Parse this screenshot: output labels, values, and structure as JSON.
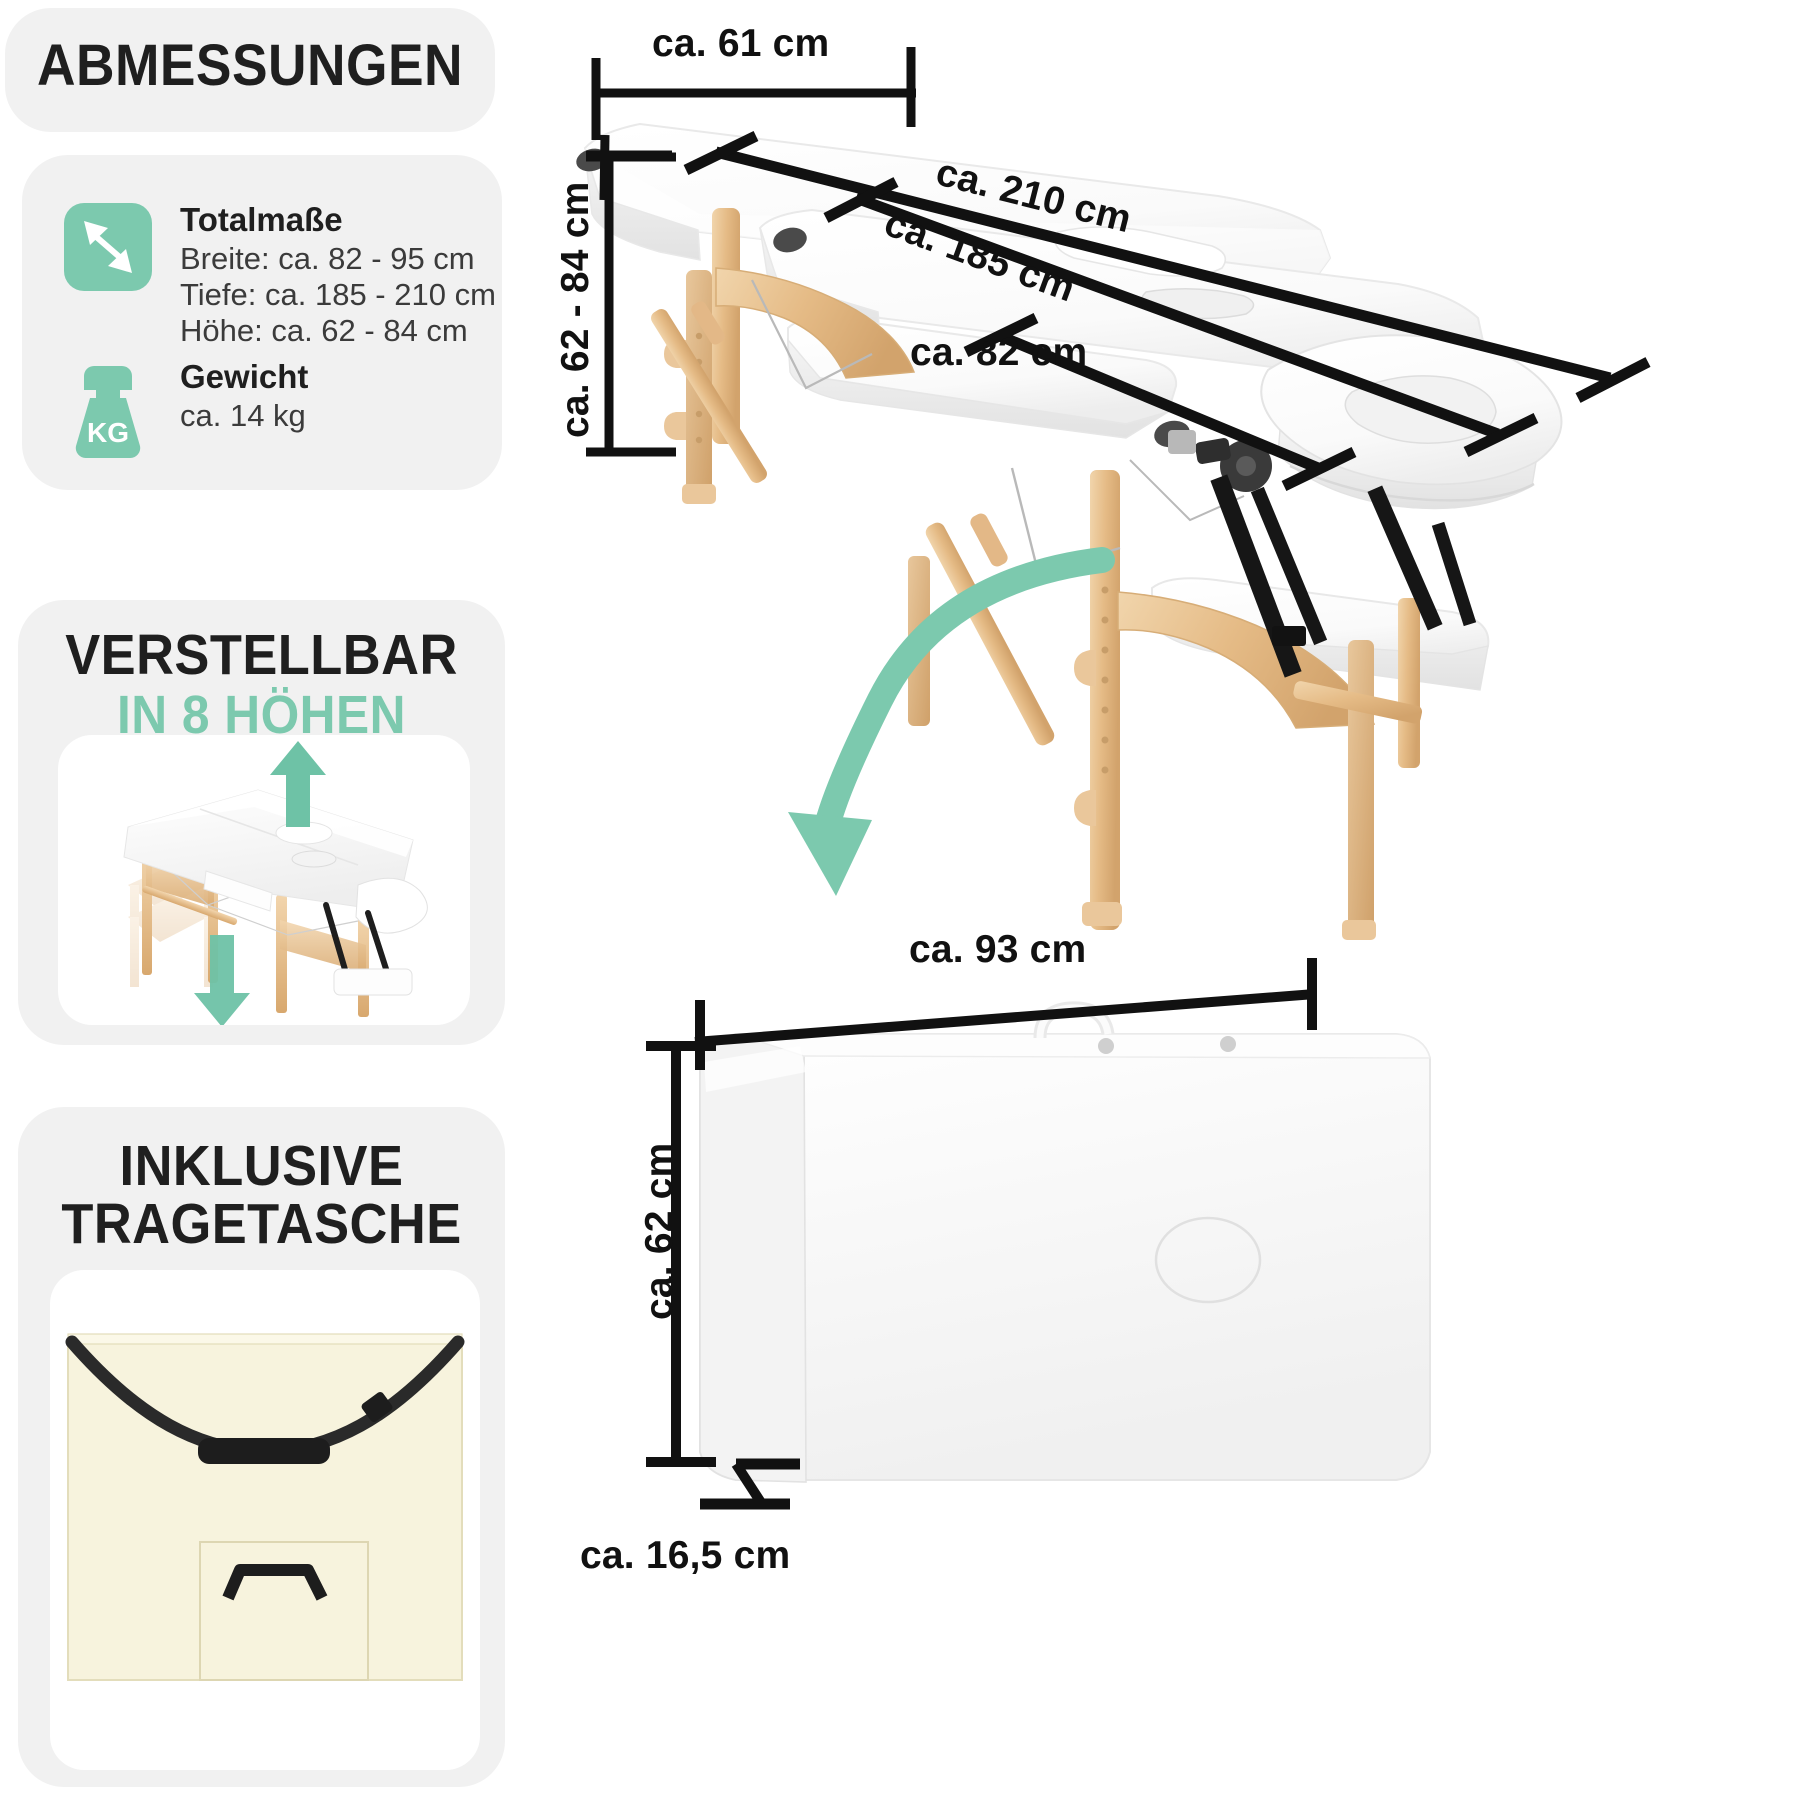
{
  "panels": {
    "header": {
      "title": "ABMESSUNGEN"
    },
    "specs": {
      "total": {
        "icon": "diagonal-arrows-icon",
        "heading": "Totalmaße",
        "lines": [
          "Breite: ca. 82 - 95 cm",
          "Tiefe: ca. 185 - 210 cm",
          "Höhe: ca. 62 - 84 cm"
        ]
      },
      "weight": {
        "icon": "kg-weight-icon",
        "icon_label": "KG",
        "heading": "Gewicht",
        "lines": [
          "ca. 14 kg"
        ]
      }
    },
    "adjustable": {
      "title": "VERSTELLBAR",
      "subtitle": "IN 8 HÖHEN",
      "photo_caption": "massage-table-height-adjust-illustration"
    },
    "bag": {
      "title_line1": "INKLUSIVE",
      "title_line2": "TRAGETASCHE",
      "photo_caption": "carry-bag-photo"
    }
  },
  "measurements": {
    "table": [
      {
        "id": "width-top",
        "label": "ca. 61 cm"
      },
      {
        "id": "height",
        "label": "ca. 62 - 84 cm"
      },
      {
        "id": "length-max",
        "label": "ca. 210 cm"
      },
      {
        "id": "length-mid",
        "label": "ca. 185 cm"
      },
      {
        "id": "width-bed",
        "label": "ca. 82 cm"
      }
    ],
    "case": [
      {
        "id": "case-width",
        "label": "ca. 93 cm"
      },
      {
        "id": "case-height",
        "label": "ca. 62 cm"
      },
      {
        "id": "case-depth",
        "label": "ca. 16,5 cm"
      }
    ]
  },
  "colors": {
    "accent": "#7cc9ae",
    "panel_bg": "#f1f1f1",
    "ink": "#111111",
    "wood": "#e0b584",
    "bag_cream": "#f7f3dd"
  },
  "icons": {
    "fold_arrow": "curved-fold-arrow-icon",
    "up_arrow": "arrow-up-icon",
    "down_arrow": "arrow-down-icon"
  }
}
